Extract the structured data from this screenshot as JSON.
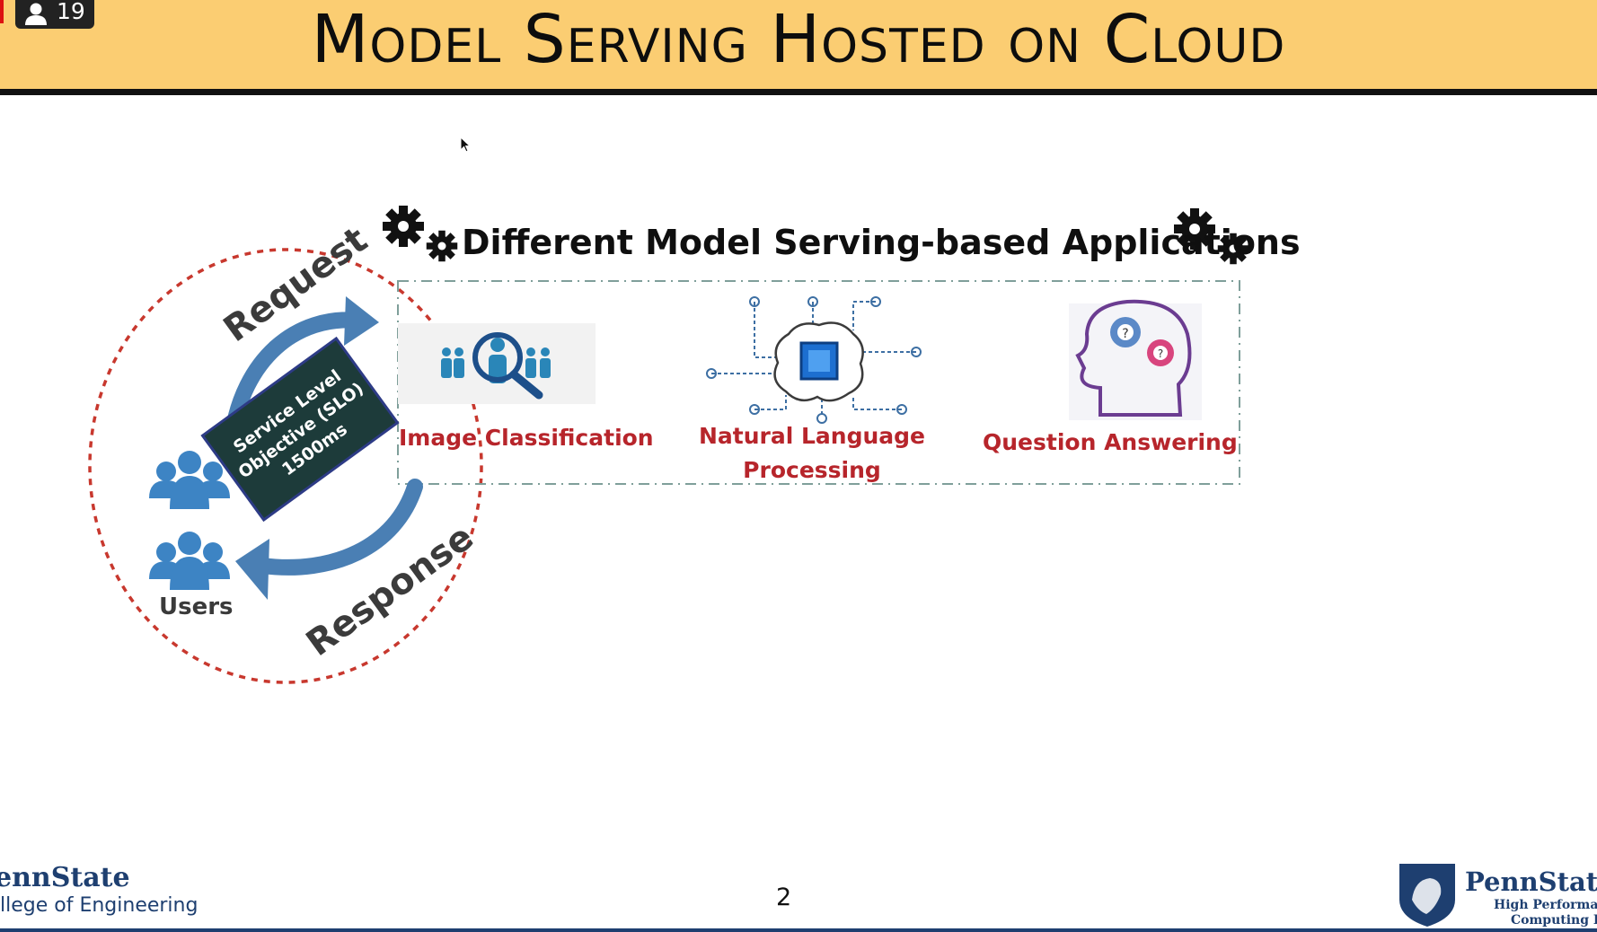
{
  "meeting": {
    "participant_count": "19",
    "person_icon": "person-icon"
  },
  "slide": {
    "title": "Model Serving Hosted on Cloud",
    "page_number": "2"
  },
  "left_diagram": {
    "request_label": "Request",
    "response_label": "Response",
    "users_label": "Users",
    "slo_line1": "Service Level",
    "slo_line2": "Objective (SLO)",
    "slo_line3": "1500ms"
  },
  "applications": {
    "heading": "Different Model Serving-based Applications",
    "items": [
      {
        "label": "Image Classification",
        "icon": "image-classification-icon"
      },
      {
        "label_line1": "Natural Language",
        "label_line2": "Processing",
        "icon": "brain-chip-icon"
      },
      {
        "label": "Question Answering",
        "icon": "head-gears-icon"
      }
    ]
  },
  "footer": {
    "left_line1": "ennState",
    "left_line2": "llege of Engineering",
    "right_line1": "PennState",
    "right_line2": "High Performance",
    "right_line3": "Computing Lab"
  },
  "colors": {
    "title_bar": "#fbcd72",
    "app_label": "#b7252b",
    "arrow_blue": "#4a7fb4",
    "users_blue": "#3d84c4",
    "slo_box": "#1d3b3a",
    "dashed_circle": "#c8382e",
    "psu_navy": "#1e3f70"
  }
}
